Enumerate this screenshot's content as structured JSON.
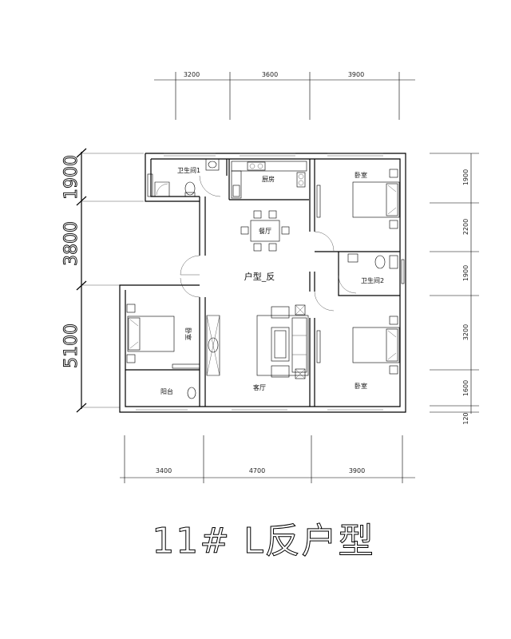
{
  "title": "11# L反户型",
  "center_label": "户型_反",
  "dims": {
    "top": [
      "3200",
      "3600",
      "3900"
    ],
    "bottom": [
      "3400",
      "4700",
      "3900"
    ],
    "left": [
      "1900",
      "3800",
      "5100"
    ],
    "right": [
      "1900",
      "2200",
      "1900",
      "3200",
      "1600",
      "120"
    ]
  },
  "rooms": {
    "bath1": "卫生间1",
    "kitchen": "厨房",
    "dining": "餐厅",
    "bedroom_ne": "卧室",
    "bath2": "卫生间2",
    "bedroom_w": "卧室",
    "balcony": "阳台",
    "living": "客厅",
    "bedroom_se": "卧室"
  }
}
